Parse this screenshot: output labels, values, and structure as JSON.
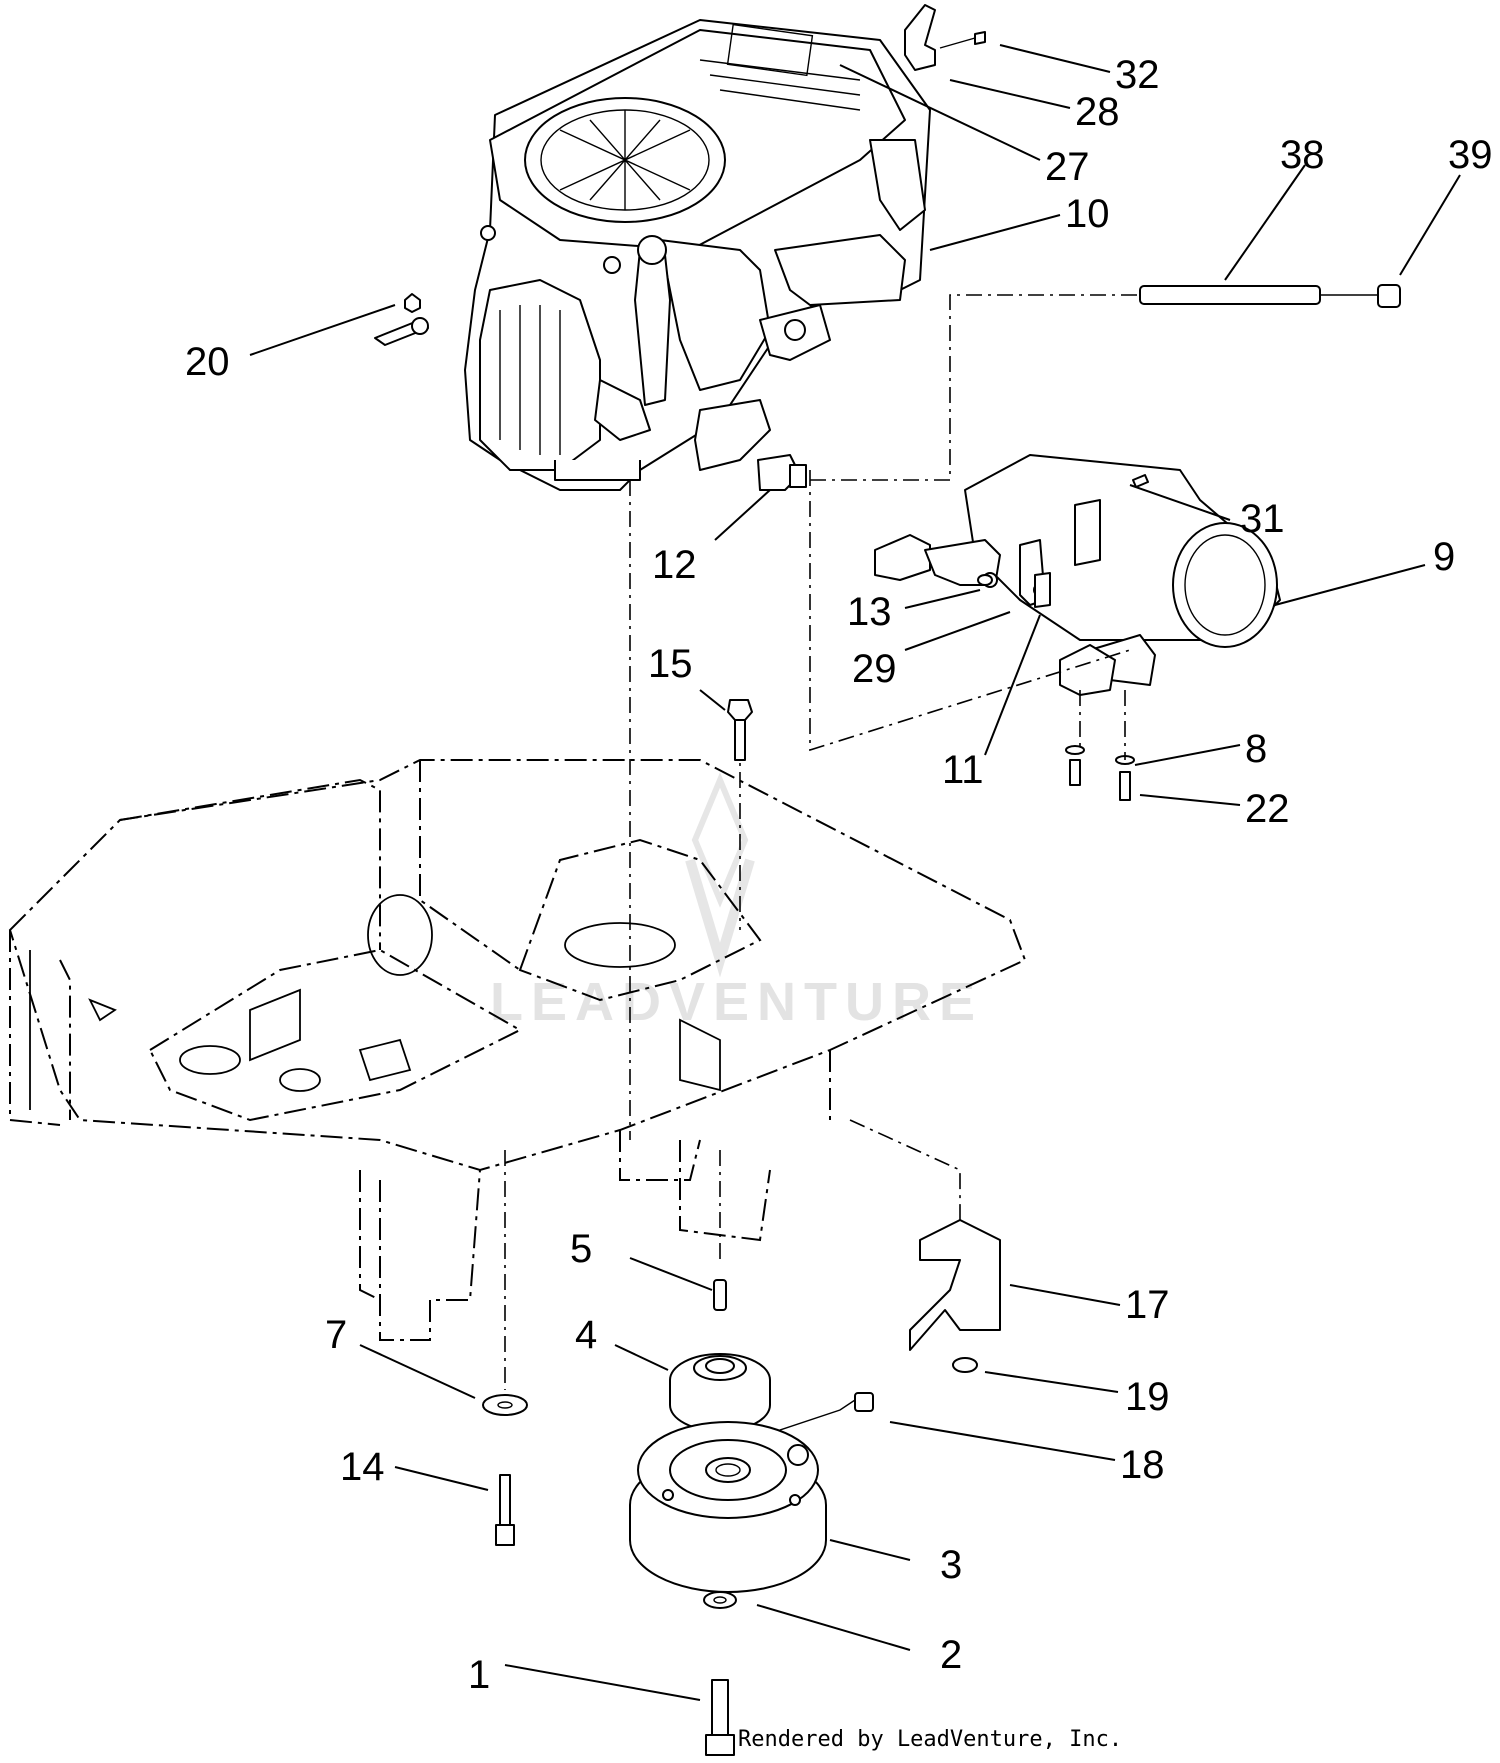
{
  "watermark": "LEADVENTURE",
  "credit": "Rendered by LeadVenture, Inc.",
  "callouts": [
    "32",
    "28",
    "27",
    "10",
    "38",
    "39",
    "20",
    "12",
    "31",
    "9",
    "13",
    "29",
    "15",
    "11",
    "8",
    "22",
    "5",
    "17",
    "7",
    "4",
    "19",
    "18",
    "14",
    "3",
    "2",
    "1"
  ]
}
